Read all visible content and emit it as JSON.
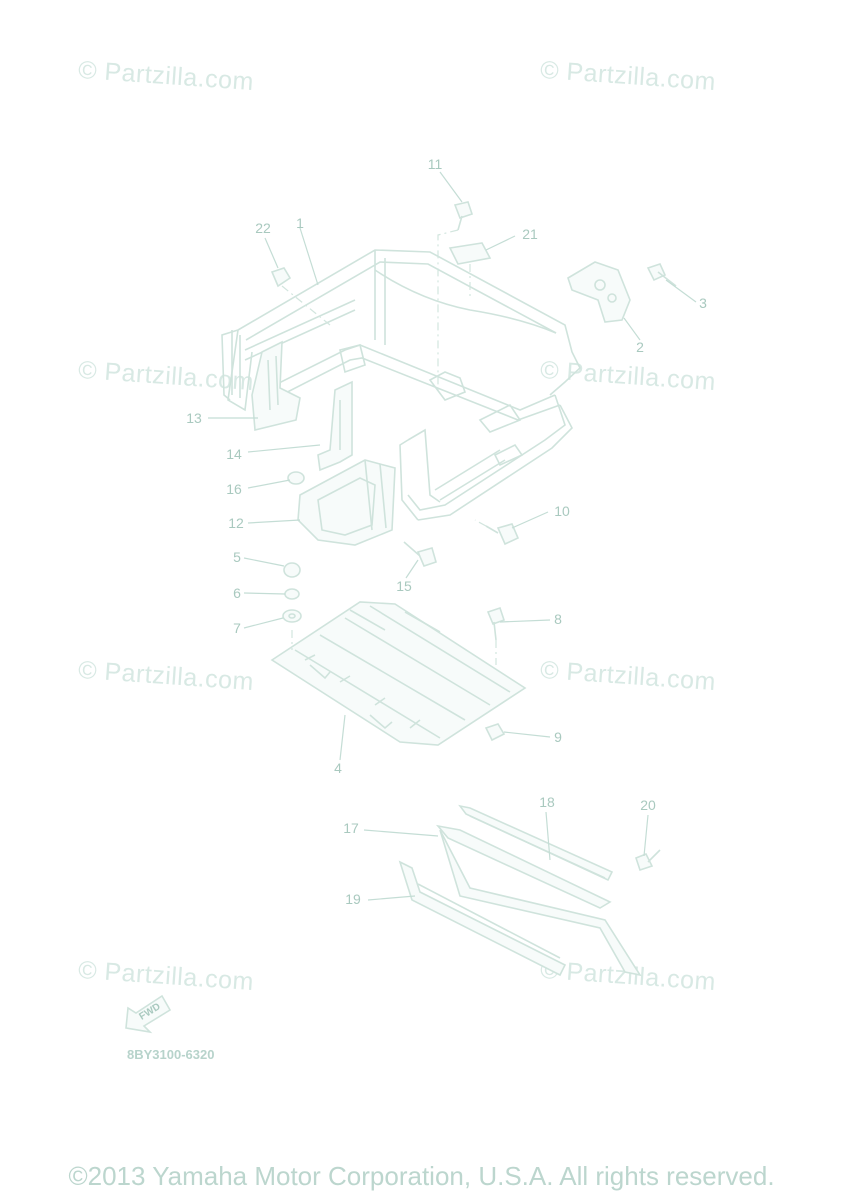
{
  "watermark": "© Partzilla.com",
  "callouts": {
    "c1": "1",
    "c2": "2",
    "c3": "3",
    "c4": "4",
    "c5": "5",
    "c6": "6",
    "c7": "7",
    "c8": "8",
    "c9": "9",
    "c10": "10",
    "c11": "11",
    "c12": "12",
    "c13": "13",
    "c14": "14",
    "c15": "15",
    "c16": "16",
    "c17": "17",
    "c18": "18",
    "c19": "19",
    "c20": "20",
    "c21": "21",
    "c22": "22"
  },
  "fwd_label": "FWD",
  "part_code": "8BY3100-6320",
  "copyright": "©2013 Yamaha Motor Corporation, U.S.A. All rights reserved.",
  "colors": {
    "line": "#cfe3dc",
    "text": "#a9c9bf",
    "watermark": "#d8e9e4",
    "background": "#ffffff"
  }
}
